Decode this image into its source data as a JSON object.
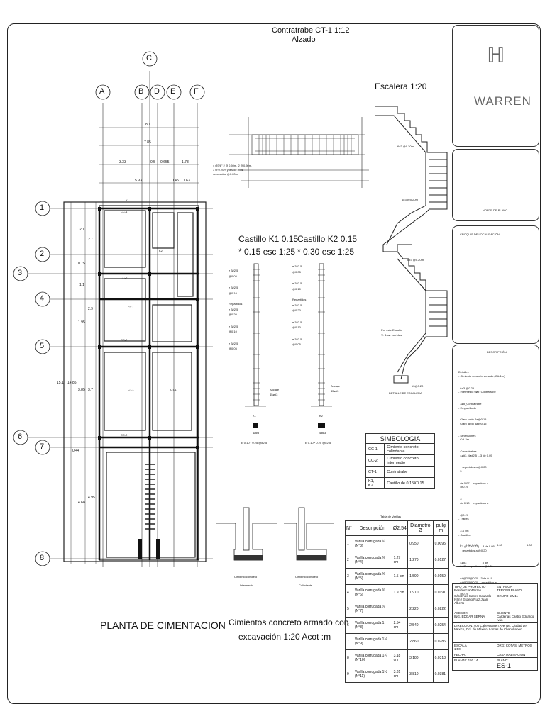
{
  "axes": {
    "letters": [
      "A",
      "B",
      "C",
      "D",
      "E",
      "F"
    ],
    "numbers": [
      "1",
      "2",
      "3",
      "4",
      "5",
      "6",
      "7",
      "8"
    ]
  },
  "dims": {
    "top": [
      "8.1",
      "7.85",
      "3.33",
      "0.5",
      "0.655",
      "1.78",
      "5.93",
      "0.45",
      "1.63"
    ],
    "left": [
      "2.1",
      "2.7",
      "0.75",
      "1.1",
      "2.9",
      "1.95",
      "3.85",
      "3.7",
      "0.44",
      "4.68",
      "4.95",
      "15.1",
      "14.85"
    ]
  },
  "plan_labels": {
    "cc1": "CC-1",
    "cc2": "CC-2",
    "ct1": "CT-1",
    "k1": "K1",
    "k2": "K2"
  },
  "contratrabe": {
    "title": "Contratrabe CT-1 1:12",
    "subtitle": "Alzado",
    "note1": "4 Ø3/8\" 2 Ø 0.50m, 2 Ø 0.50m,",
    "note2": "3 Ø 0.20m y les de mes",
    "note3": "separados @0.20m"
  },
  "escalera": {
    "title": "Escalera 1:20",
    "note1": "6#3 @0.20m",
    "note2": "6#3 @0.20m",
    "note3": "6#3 @0.20m",
    "note4": "Por este Escalón",
    "note5": "Vr 3var. corridas",
    "caption": "DETALLE DE ESCALERA",
    "base": "#3@0.20"
  },
  "castillos": {
    "k1_title": "Castillo K1 0.15",
    "k1_sub": "* 0.15 esc 1:25",
    "k2_title": "Castillo K2 0.15",
    "k2_sub": "* 0.30 esc 1:25",
    "k1_labels": [
      "e 3#2.5",
      "@0.05",
      "e 3#2.5",
      "@0.10",
      "Repartidos",
      "e 3#2.5",
      "@0.20",
      "e 3#2.5",
      "@0.10",
      "e 3#2.5",
      "@0.05"
    ],
    "k2_labels": [
      "e 3#2.5",
      "@0.05",
      "e 3#2.5",
      "@0.10",
      "Repartidos",
      "e 3#2.5",
      "@0.20",
      "e 3#2.5",
      "@0.10",
      "e 3#2.5",
      "@0.05"
    ],
    "anclaje": "Anclaje",
    "anclaje_val": "45ø#3",
    "k1": "K1",
    "k2": "K2",
    "k1_sec": "4ø#3",
    "k2_sec": "4ø#3",
    "k1_est": "E 0.10 * 0.25 @#2.5",
    "k2_est": "E 0.10 * 0.25 @#2.5"
  },
  "simbologia": {
    "title": "SIMBOLOGIA",
    "rows": [
      {
        "code": "CC-1",
        "desc": "Cimiento concreto colindante"
      },
      {
        "code": "CC-2",
        "desc": "Cimiento concreto intermedio"
      },
      {
        "code": "CT-1",
        "desc": "Contratrabe"
      },
      {
        "code": "K1, K2...",
        "desc": "Castillo de 0.15X0.15"
      }
    ]
  },
  "cimientos": {
    "left_caption1": "Cimiento concreto",
    "left_caption2": "Intermedio",
    "right_caption1": "Cimiento concreto",
    "right_caption2": "Colindante",
    "title1": "Cimientos concreto armado con",
    "title2": "excavación 1:20 Acot :m"
  },
  "plan_title": "PLANTA DE CIMENTACION",
  "varillas": {
    "caption": "Tabla de Varillas",
    "headers": [
      "N°",
      "Descripción",
      "Ø2.54",
      "Diametro Ø",
      "pulg m"
    ],
    "rows": [
      {
        "n": "1",
        "desc": "Varilla corrugada ¼ (N°3)",
        "a": "",
        "b": "0.950",
        "c": "0.0095"
      },
      {
        "n": "2",
        "desc": "Varilla corrugada ⅜ (N°4)",
        "a": "1.27 cm",
        "b": "1.270",
        "c": "0.0127"
      },
      {
        "n": "3",
        "desc": "Varilla corrugada ⅝ (N°5)",
        "a": "1.5 cm",
        "b": "1.590",
        "c": "0.0159"
      },
      {
        "n": "4",
        "desc": "Varilla corrugada ¾ (N°6)",
        "a": "1.9 cm",
        "b": "1.910",
        "c": "0.0191"
      },
      {
        "n": "5",
        "desc": "Varilla corrugada ⅞ (N°7)",
        "a": "",
        "b": "2.220",
        "c": "0.0222"
      },
      {
        "n": "6",
        "desc": "Varilla corrugada 1 (N°8)",
        "a": "2.54 cm",
        "b": "2.540",
        "c": "0.0254"
      },
      {
        "n": "7",
        "desc": "Varilla corrugada 1⅛ (N°9)",
        "a": "",
        "b": "2.860",
        "c": "0.0286"
      },
      {
        "n": "8",
        "desc": "Varilla corrugada 1¼ (N°10)",
        "a": "3.18 cm",
        "b": "3.180",
        "c": "0.0318"
      },
      {
        "n": "9",
        "desc": "Varilla corrugada 1½ (N°11)",
        "a": "3.81 cm",
        "b": "3.810",
        "c": "0.0381"
      }
    ]
  },
  "panels": {
    "brand": "WARREN",
    "norte": "NORTE DE PLANO",
    "croquis": "CROQUIS DE LOCALIZACIÓN",
    "descripcion_title": "DESCRIPCIÓN",
    "descripcion_lines": [
      "Detalles",
      "- Cimiento concreto armado (CA-1m)",
      "  6ø3 @0.25",
      "- Intermedio 0ø#_Contratrabe",
      "  3ø#_Contratrabe",
      "- Emparrillado",
      "  Claro corto 4ø@0.15",
      "  Claro largo 3ø@0.15",
      "- Dinensiones",
      "  Col-3m",
      "- Contratrabes",
      "  4ø#3, 4ø#2.5 -- 3 de 0.05",
      "     repartidos a @0.20",
      "  3",
      "  de 0.07     repartidos a",
      "  @0.20",
      "  3",
      "  de 0.10     repartidos a",
      "  @0.20",
      "- Trabes",
      "  3 a 4m",
      "- Castillos",
      "  K1 (0.15X0.15) -- 3 de 0.05",
      "     repartidos a @0.20",
      "  4ø#3                    3 de",
      "  0.07    repartidos a @0.20",
      "  e#@2.5@0.20   3 de 0.10",
      "  e#@2.5@0.20    repartidos a",
      "  @0.20"
    ],
    "scale_labels": [
      "0",
      "0.50 1.00",
      "3.00",
      "5.00"
    ]
  },
  "titleblock": {
    "tipo_label": "TIPO DE PROYECTO",
    "tipo_val": "Residencia Warren",
    "entrega_label": "ENTREGA",
    "entrega_val": "TERCER PLANO",
    "grupo_label": "GRUPO",
    "grupo_val": "5IM11",
    "alumnos": "Cárdenas Castro Eduardo Iván / Espejo Ruiz Juan Alberto",
    "asesor_label": "ASESOR",
    "asesor_val": "ING. EDGAR SERNA",
    "cliente_label": "CLIENTE",
    "cliente_val": "Cárdenas Castro Eduardo Iván",
    "direccion": "DIRECCION: 400 Calle Warren Avenue, Ciudad de México, Col. de México, Lomas de Chapultepec",
    "escala_label": "ESCALA",
    "escala_val": "1:50",
    "orientacion": "ORG:",
    "cotas": "COTAS: METROS",
    "fecha": "FECHA:",
    "casa": "CASA HABITACION",
    "planta": "PLANTA: 150.14",
    "plano_label": "PLANO:",
    "plano_val": "ES-1"
  }
}
